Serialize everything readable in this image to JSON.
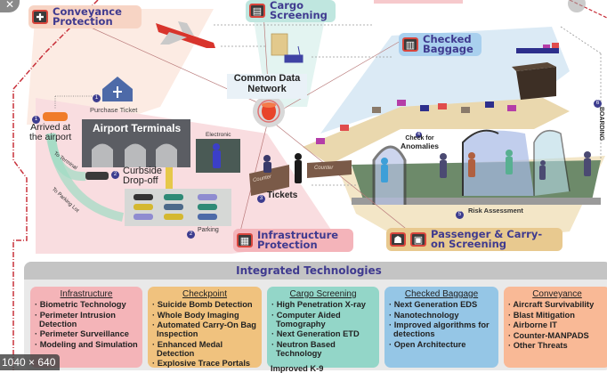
{
  "callouts": {
    "conveyance": "Conveyance Protection",
    "cargo": "Cargo Screening",
    "checked_baggage": "Checked Baggage",
    "infrastructure": "Infrastructure Protection",
    "passenger": "Passenger & Carry-on Screening"
  },
  "network": {
    "label_line1": "Common Data",
    "label_line2": "Network"
  },
  "steps": {
    "purchase_ticket": "Purchase Ticket",
    "arrived_line1": "Arrived at",
    "arrived_line2": "the airport",
    "terminals": "Airport Terminals",
    "curbside_line1": "Curbside",
    "curbside_line2": "Drop-off",
    "to_terminal": "To Terminal",
    "to_parking": "To Parking Lot",
    "parking": "Parking",
    "electronic": "Electronic",
    "tickets": "Tickets",
    "counter": "Counter",
    "check_line1": "Check for",
    "check_line2": "Anomalies",
    "risk": "Risk Assessment",
    "boarding": "BOARDING"
  },
  "step_numbers": {
    "purchase_ticket": "1",
    "arrived": "1",
    "curbside": "2",
    "parking": "2",
    "tickets": "3",
    "check": "4",
    "risk": "5",
    "boarding": "6"
  },
  "technologies": {
    "title": "Integrated Technologies",
    "panels": [
      {
        "title": "Infrastructure",
        "color": "#f4b4b8",
        "items": [
          "Biometric Technology",
          "Perimeter Intrusion Detection",
          "Perimeter Surveillance",
          "Modeling and Simulation"
        ]
      },
      {
        "title": "Checkpoint",
        "color": "#f0c27e",
        "items": [
          "Suicide Bomb Detection",
          "Whole Body Imaging",
          "Automated Carry-On Bag Inspection",
          "Enhanced Medal Detection",
          "Explosive Trace Portals"
        ]
      },
      {
        "title": "Cargo Screening",
        "color": "#93d6c8",
        "items": [
          "High Penetration X-ray",
          "Computer Aided Tomography",
          "Next Generation ETD",
          "Neutron Based Technology"
        ],
        "extra": "Improved K-9"
      },
      {
        "title": "Checked Baggage",
        "color": "#95c6e6",
        "items": [
          "Next Generation EDS",
          "Nanotechnology",
          "Improved algorithms for detections",
          "Open Architecture"
        ]
      },
      {
        "title": "Conveyance",
        "color": "#f9b996",
        "items": [
          "Aircraft Survivability",
          "Blast Mitigation",
          "Airborne IT",
          "Counter-MANPADS",
          "Other Threats"
        ]
      }
    ]
  },
  "overlay": {
    "dimensions_badge": "1040 × 640",
    "close_glyph": "✕"
  }
}
